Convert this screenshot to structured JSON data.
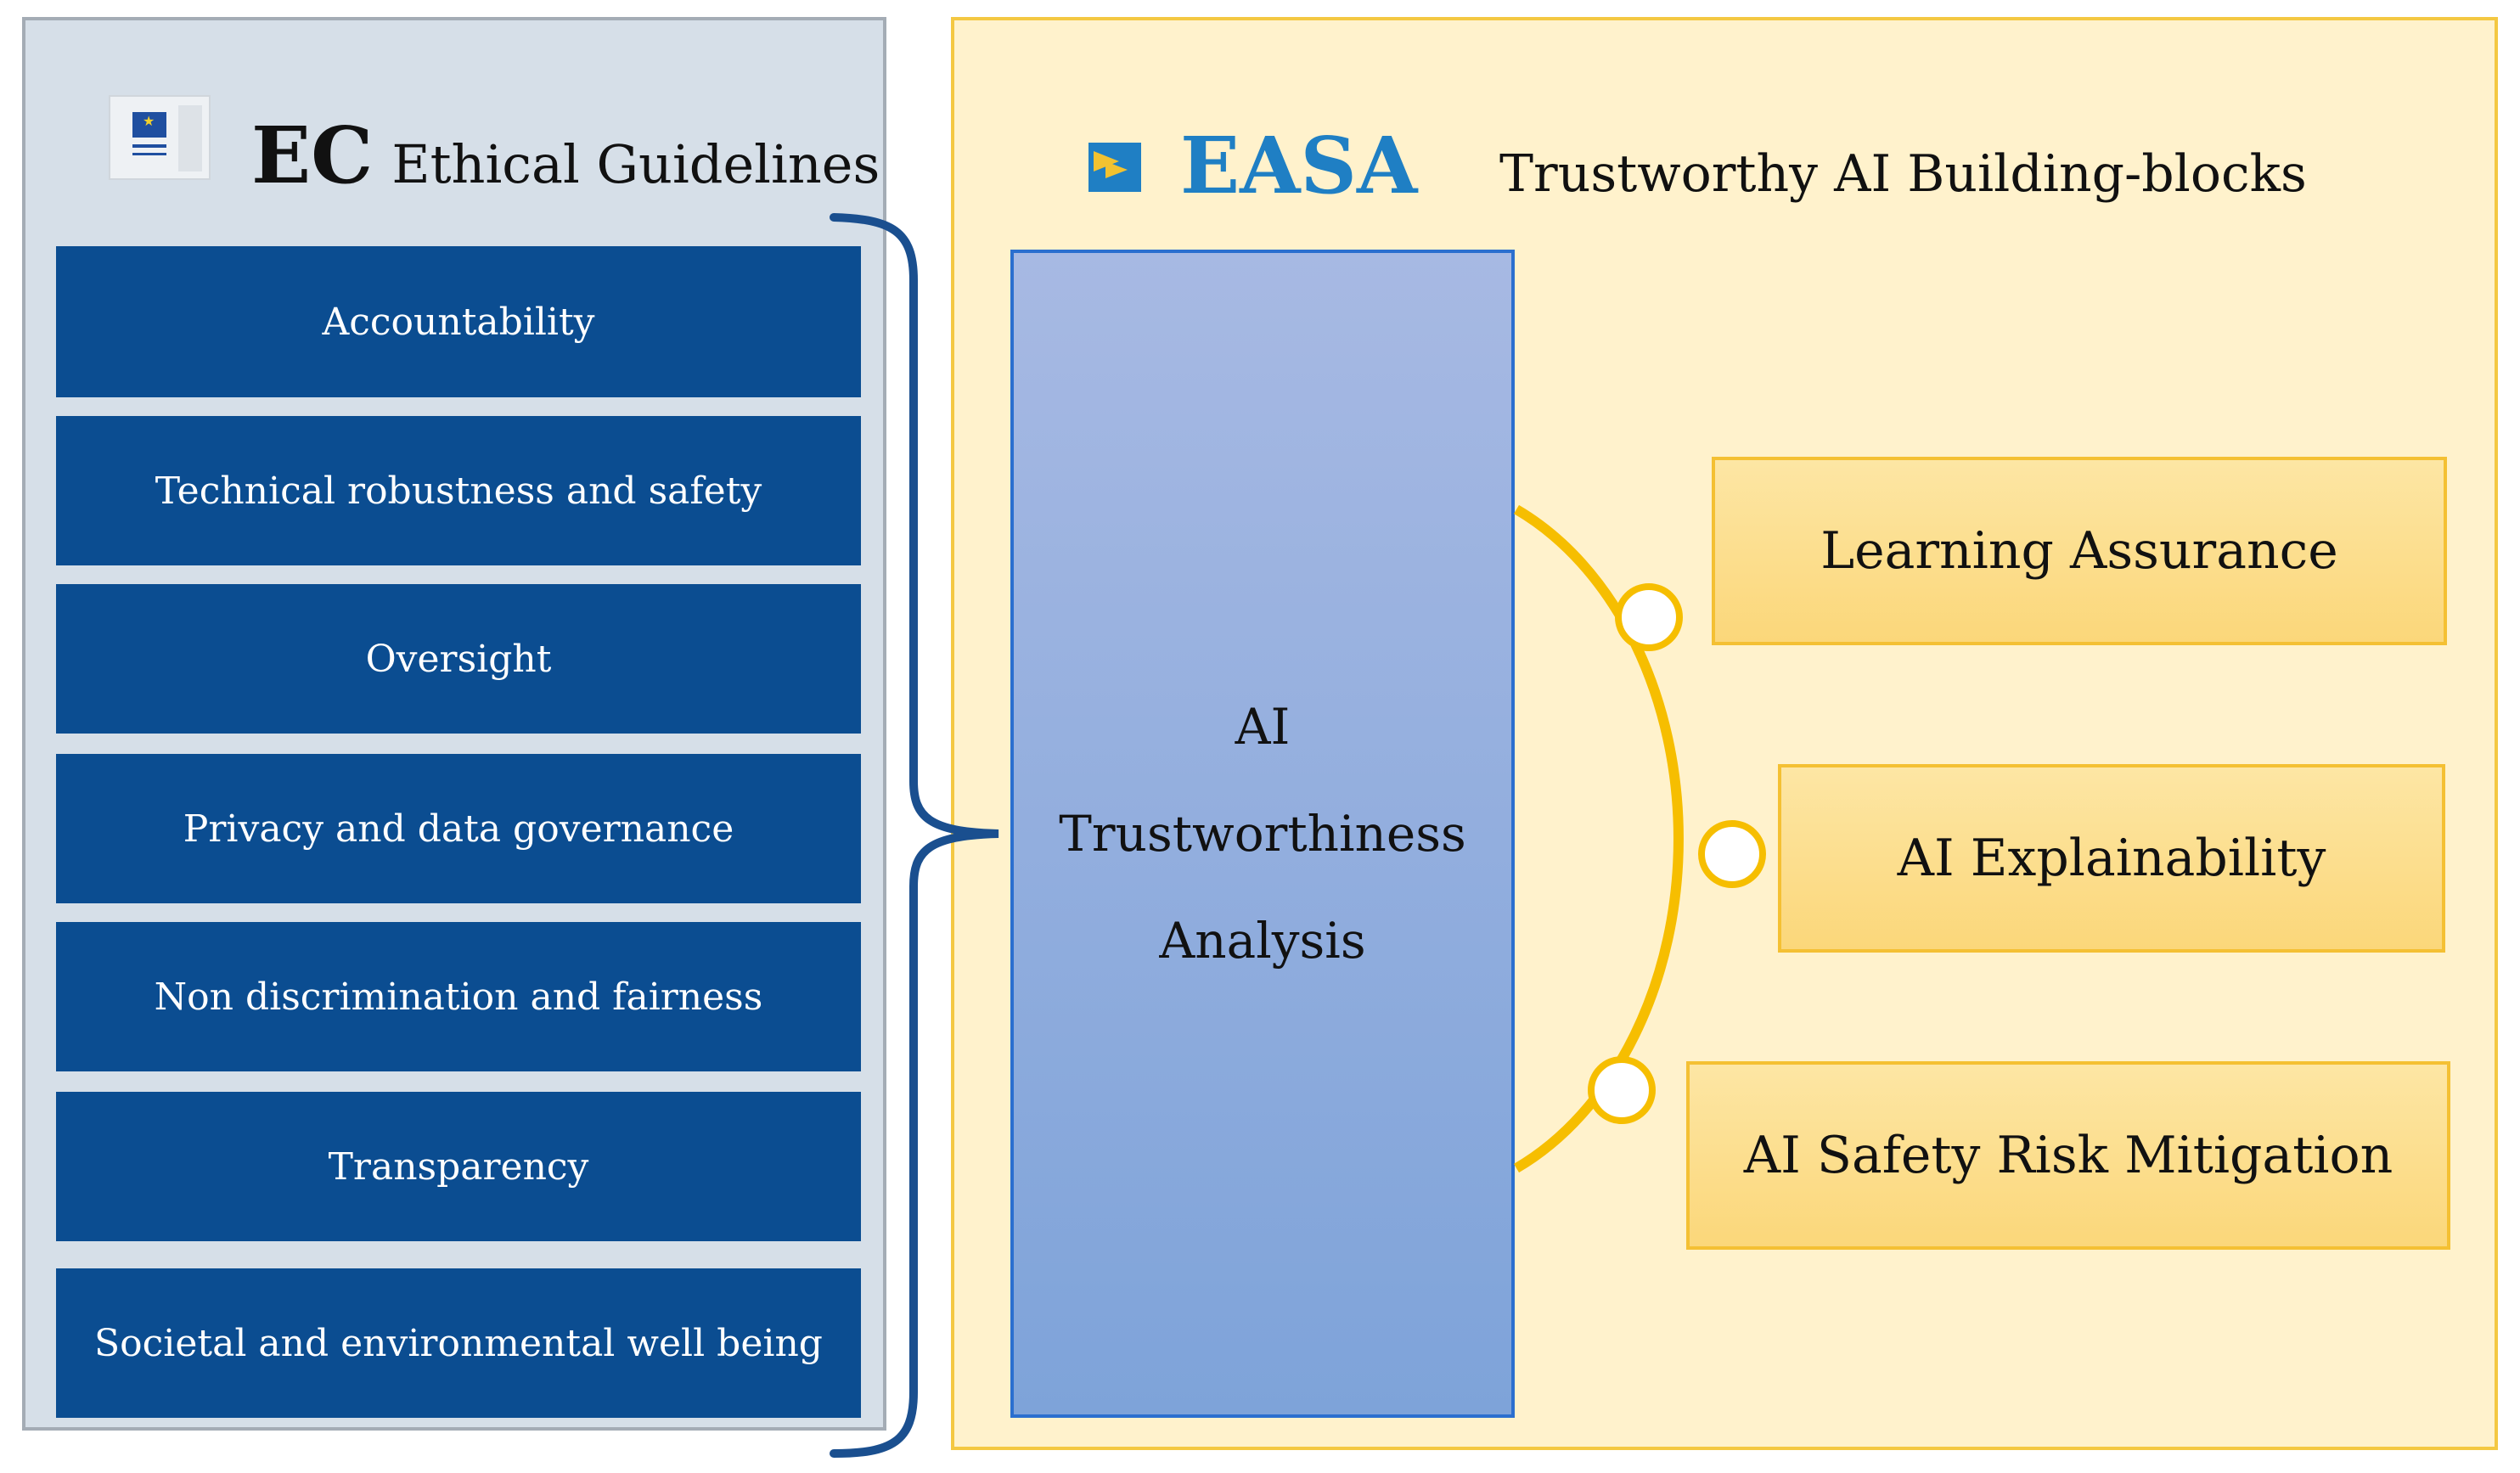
{
  "ec": {
    "abbr": "EC",
    "title": "Ethical Guidelines",
    "items": [
      "Accountability",
      "Technical robustness and safety",
      "Oversight",
      "Privacy and data governance",
      "Non discrimination and fairness",
      "Transparency",
      "Societal and environmental well being"
    ]
  },
  "easa": {
    "name": "EASA",
    "title": "Trustworthy AI Building-blocks",
    "analysis": [
      "AI",
      "Trustworthiness",
      "Analysis"
    ],
    "blocks": [
      "Learning Assurance",
      "AI Explainability",
      "AI Safety Risk Mitigation"
    ]
  },
  "colors": {
    "ec_item_fill": "#0b4d91",
    "brace": "#1a4f8f",
    "easa_blue": "#1f7fc4",
    "arc": "#f6be00",
    "block_border": "#f4c033"
  }
}
